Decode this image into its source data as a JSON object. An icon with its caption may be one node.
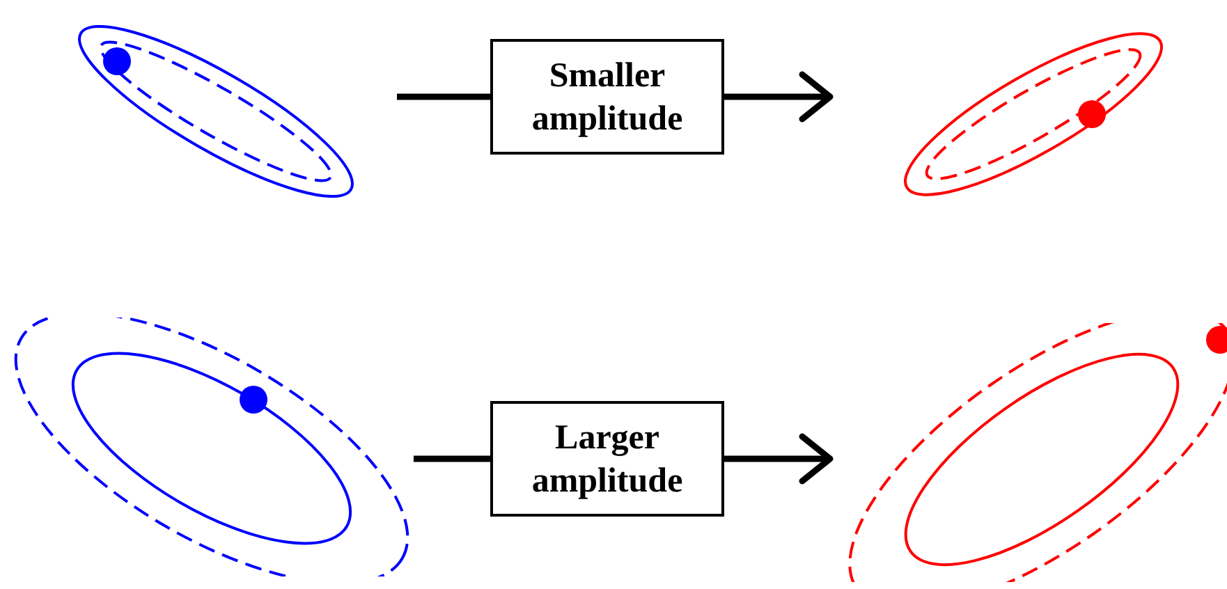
{
  "diagram": {
    "nodes": [
      {
        "text": [],
        "shape": "ellipse"
      },
      {
        "text": [
          "Smaller amplitude"
        ]
      },
      {
        "text": [],
        "shape": "ellipse"
      },
      {
        "text": [],
        "shape": "ellipse"
      },
      {
        "text": [
          "Larger amplitude"
        ]
      },
      {
        "text": [],
        "shape": "ellipse"
      }
    ],
    "edges": [
      {
        "from": 0,
        "to": 1,
        "arrow": "none"
      },
      {
        "from": 1,
        "to": 2,
        "arrow": "to"
      },
      {
        "from": 3,
        "to": 4,
        "arrow": "none"
      },
      {
        "from": 4,
        "to": 5,
        "arrow": "to"
      }
    ]
  }
}
